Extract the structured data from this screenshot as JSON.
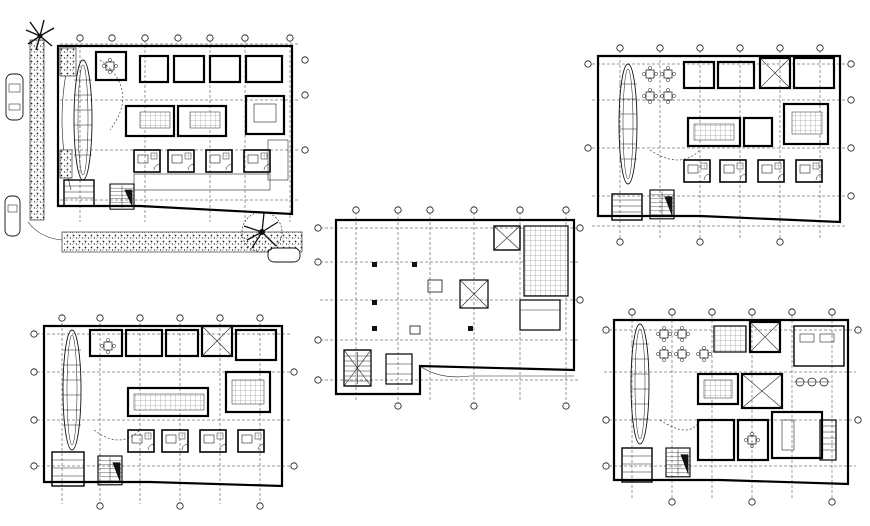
{
  "drawing": {
    "background": "#ffffff",
    "line_color": "#111111",
    "plans": [
      {
        "id": "plan-top-left",
        "features": [
          "street-with-cars",
          "tree",
          "palm",
          "stair",
          "rooms",
          "parking-ring"
        ]
      },
      {
        "id": "plan-top-right",
        "features": [
          "stair",
          "rooms",
          "parking-ring",
          "dining-tables"
        ]
      },
      {
        "id": "plan-bottom-left",
        "features": [
          "stair",
          "rooms",
          "parking-ring"
        ]
      },
      {
        "id": "plan-center",
        "features": [
          "open-floor",
          "stair",
          "elevator",
          "toilets"
        ]
      },
      {
        "id": "plan-bottom-right",
        "features": [
          "stair",
          "dining-tables",
          "gym",
          "rooms"
        ]
      }
    ],
    "icons": [
      "car-icon",
      "tree-icon",
      "palm-icon",
      "stair-icon",
      "grid-bubble-icon"
    ]
  }
}
